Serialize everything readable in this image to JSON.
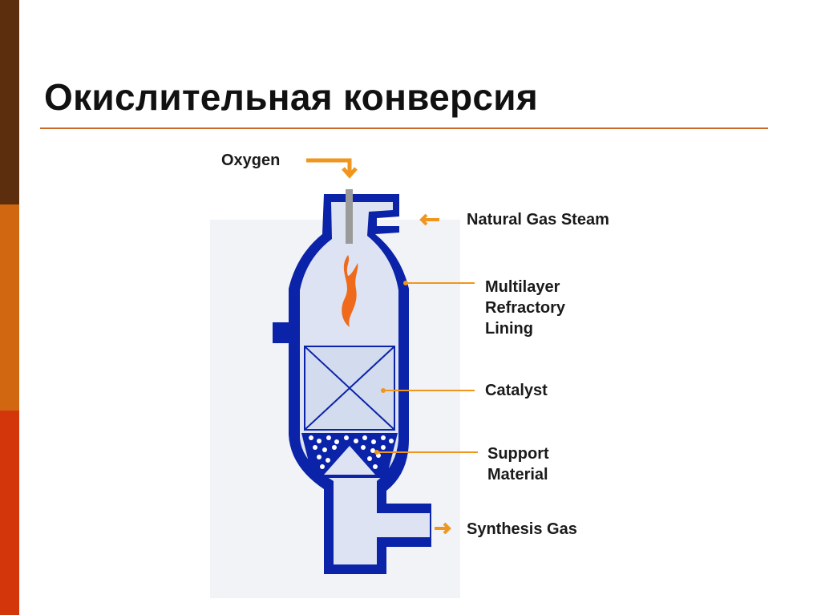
{
  "title": "Окислительная конверсия",
  "labels": {
    "oxygen": "Oxygen",
    "natural_gas_steam": "Natural Gas Steam",
    "lining_line1": "Multilayer",
    "lining_line2": "Refractory",
    "lining_line3": "Lining",
    "catalyst": "Catalyst",
    "support_line1": "Support",
    "support_line2": "Material",
    "synthesis_gas": "Synthesis Gas"
  },
  "colors": {
    "vessel_wall": "#0a23a8",
    "vessel_interior": "#dde3f2",
    "accent_arrow": "#f0961e",
    "flame": "#ef6a1a",
    "title_rule": "#cd6a2a"
  }
}
